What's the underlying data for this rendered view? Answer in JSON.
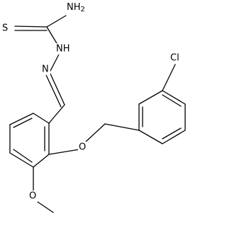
{
  "molecule": {
    "atoms": {
      "nh2": "NH2",
      "s": "S",
      "nh": "NH",
      "n": "N",
      "o_ether": "O",
      "o_methoxy": "O",
      "cl": "Cl"
    },
    "colors": {
      "bond": "#000000",
      "label": "#000000",
      "background": "#ffffff"
    }
  }
}
